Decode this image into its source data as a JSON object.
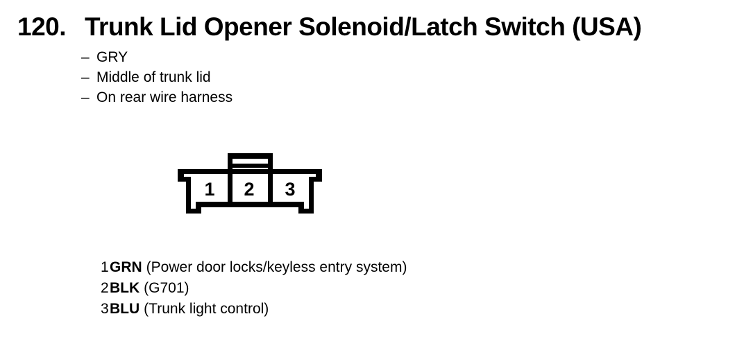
{
  "header": {
    "number": "120.",
    "title": "Trunk Lid Opener Solenoid/Latch Switch (USA)"
  },
  "attributes": {
    "dash": "–",
    "items": [
      "GRY",
      "Middle of trunk lid",
      "On rear wire harness"
    ]
  },
  "connector": {
    "cavity_labels": [
      "1",
      "2",
      "3"
    ]
  },
  "legend": {
    "rows": [
      {
        "pin": "1",
        "code": "GRN",
        "desc": "(Power door locks/keyless entry system)"
      },
      {
        "pin": "2",
        "code": "BLK",
        "desc": "(G701)"
      },
      {
        "pin": "3",
        "code": "BLU",
        "desc": "(Trunk light control)"
      }
    ]
  },
  "colors": {
    "ink": "#000000",
    "background": "#ffffff"
  }
}
